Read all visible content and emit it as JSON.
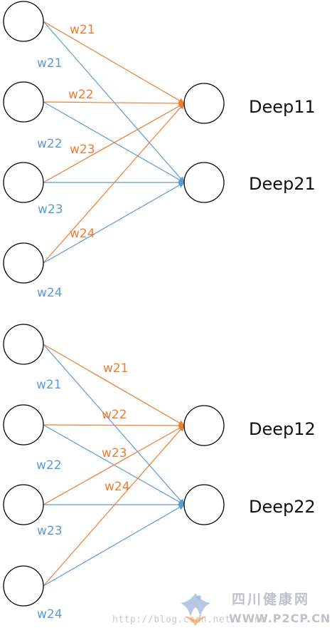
{
  "colors": {
    "orange": "#ED7D31",
    "blue": "#5B9BD5",
    "node": "#000000"
  },
  "groups": [
    {
      "outputs": [
        "Deep11",
        "Deep21"
      ],
      "orange_labels": [
        "w21",
        "w22",
        "w23",
        "w24"
      ],
      "blue_labels": [
        "w21",
        "w22",
        "w23",
        "w24"
      ]
    },
    {
      "outputs": [
        "Deep12",
        "Deep22"
      ],
      "orange_labels": [
        "w21",
        "w22",
        "w23",
        "w24"
      ],
      "blue_labels": [
        "w21",
        "w22",
        "w23",
        "w24"
      ]
    }
  ],
  "watermark": {
    "url": "http://blog.csdn.net/...no",
    "title": "四川健康网",
    "site": "WWW.P2CP.CN"
  }
}
